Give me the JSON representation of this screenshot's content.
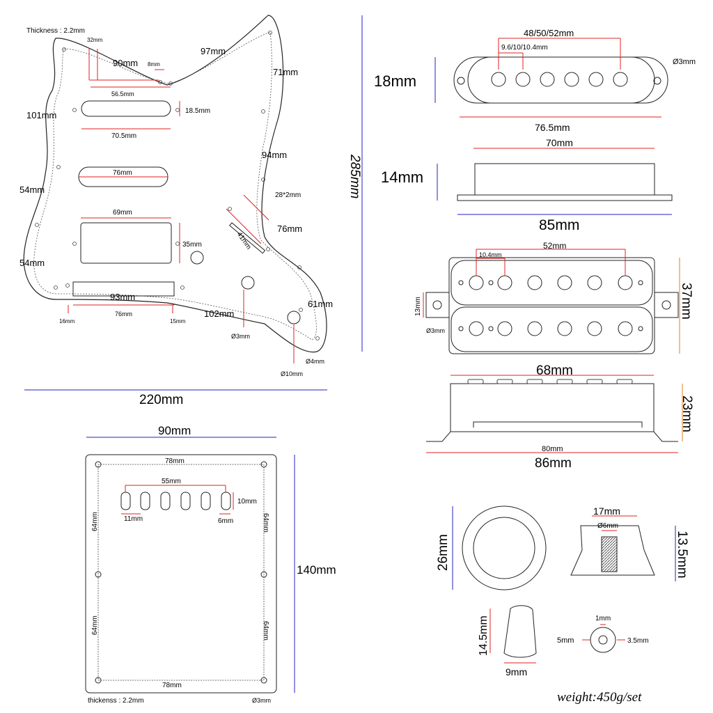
{
  "pickguard": {
    "thickness": "Thickness : 2.2mm",
    "d32": "32mm",
    "d90": "90mm",
    "d8": "8mm",
    "d97": "97mm",
    "d71": "71mm",
    "d56_5": "56.5mm",
    "d101": "101mm",
    "d18_5": "18.5mm",
    "d70_5": "70.5mm",
    "d76a": "76mm",
    "d94": "94mm",
    "d54a": "54mm",
    "d69": "69mm",
    "d28x2": "28*2mm",
    "d35": "35mm",
    "d41": "41mm",
    "d76b": "76mm",
    "d54b": "54mm",
    "d93": "93mm",
    "d16": "16mm",
    "d76c": "76mm",
    "d15": "15mm",
    "d102": "102mm",
    "d61": "61mm",
    "d3": "Ø3mm",
    "d4": "Ø4mm",
    "d10": "Ø10mm",
    "width": "220mm",
    "height": "285mm"
  },
  "single_coil": {
    "spacing": "48/50/52mm",
    "pole_spacing": "9.6/10/10.4mm",
    "hole": "Ø3mm",
    "height": "18mm",
    "length": "76.5mm",
    "side_top": "70mm",
    "side_height": "14mm",
    "side_length": "85mm"
  },
  "humbucker": {
    "spacing": "52mm",
    "pole": "10.4mm",
    "tab": "13mm",
    "hole": "Ø3mm",
    "height": "37mm",
    "top_len": "68mm",
    "side_height": "23mm",
    "inner": "80mm",
    "length": "86mm"
  },
  "back_plate": {
    "width": "90mm",
    "inner_w_top": "78mm",
    "slots": "55mm",
    "slot_h": "10mm",
    "slot_w": "11mm",
    "slot_gap": "6mm",
    "side_l1": "64mm",
    "side_r1": "64mm",
    "side_l2": "64mm",
    "side_r2": "64mm",
    "height": "140mm",
    "inner_w_bottom": "78mm",
    "thickness": "thickenss : 2.2mm",
    "hole": "Ø3mm"
  },
  "knobs": {
    "ring_dia": "26mm",
    "knob_top": "17mm",
    "shaft": "Ø6mm",
    "knob_h": "13.5mm",
    "tip_h": "14.5mm",
    "tip_w": "9mm",
    "jack_1": "1mm",
    "jack_5": "5mm",
    "jack_3_5": "3.5mm"
  },
  "weight": "weight:450g/set"
}
